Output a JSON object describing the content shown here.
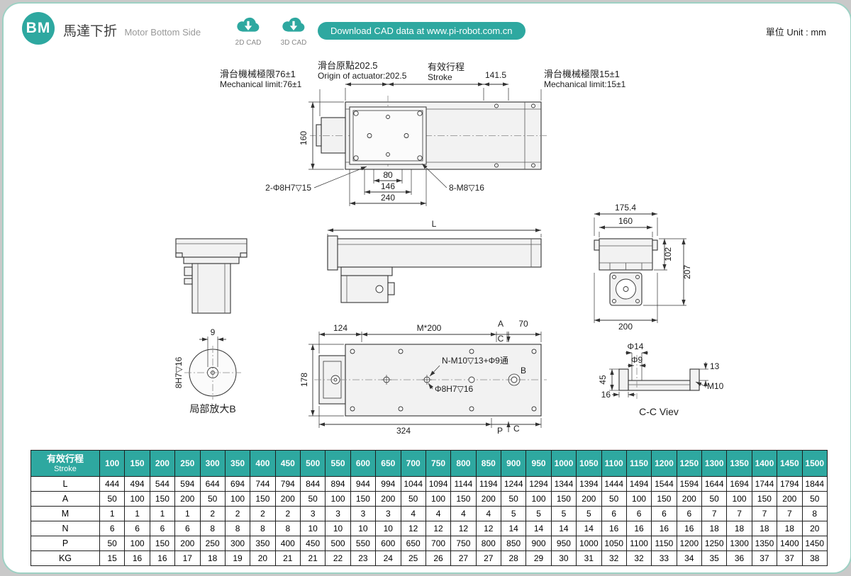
{
  "colors": {
    "accent_teal": "#2ea8a0"
  },
  "header": {
    "logo": "BM",
    "title_zh": "馬達下折",
    "title_en": "Motor Bottom Side",
    "cad2d_label": "2D CAD",
    "cad3d_label": "3D CAD",
    "banner": "Download CAD data at www.pi-robot.com.cn",
    "unit": "單位 Unit : mm"
  },
  "drawing": {
    "top_view": {
      "origin_zh": "滑台原點202.5",
      "origin_en": "Origin of actuator:202.5",
      "stroke_zh": "有效行程",
      "stroke_en": "Stroke",
      "dim_141_5": "141.5",
      "limit_left_zh": "滑台機械極限76±1",
      "limit_left_en": "Mechanical limit:76±1",
      "limit_right_zh": "滑台機械極限15±1",
      "limit_right_en": "Mechanical limit:15±1",
      "dim_160": "160",
      "dim_80": "80",
      "dim_146": "146",
      "dim_240": "240",
      "pin_note": "2-Φ8H7▽15",
      "screw_note": "8-M8▽16"
    },
    "side_view": {
      "dim_l": "L"
    },
    "end_view": {
      "dim_175_4": "175.4",
      "dim_160": "160",
      "dim_102": "102",
      "dim_207": "207",
      "dim_200": "200"
    },
    "detail_b": {
      "dim_9": "9",
      "bore_note": "8H7▽16",
      "caption": "局部放大B"
    },
    "bottom_view": {
      "dim_124": "124",
      "pitch_note": "M*200",
      "label_a": "A",
      "dim_70": "70",
      "section_c": "C",
      "dim_178": "178",
      "mount_note": "N-M10▽13+Φ9通",
      "label_b": "B",
      "pin_note": "Φ8H7▽16",
      "dim_324": "324",
      "label_p": "P"
    },
    "cc_view": {
      "dim_phi14": "Φ14",
      "dim_phi9": "Φ9",
      "dim_13": "13",
      "dim_45": "45",
      "dim_16": "16",
      "thread_note": "M10",
      "caption": "C-C Viev"
    }
  },
  "table": {
    "header_zh": "有效行程",
    "header_en": "Stroke",
    "strokes": [
      "100",
      "150",
      "200",
      "250",
      "300",
      "350",
      "400",
      "450",
      "500",
      "550",
      "600",
      "650",
      "700",
      "750",
      "800",
      "850",
      "900",
      "950",
      "1000",
      "1050",
      "1100",
      "1150",
      "1200",
      "1250",
      "1300",
      "1350",
      "1400",
      "1450",
      "1500"
    ],
    "rows": [
      {
        "label": "L",
        "values": [
          "444",
          "494",
          "544",
          "594",
          "644",
          "694",
          "744",
          "794",
          "844",
          "894",
          "944",
          "994",
          "1044",
          "1094",
          "1144",
          "1194",
          "1244",
          "1294",
          "1344",
          "1394",
          "1444",
          "1494",
          "1544",
          "1594",
          "1644",
          "1694",
          "1744",
          "1794",
          "1844"
        ]
      },
      {
        "label": "A",
        "values": [
          "50",
          "100",
          "150",
          "200",
          "50",
          "100",
          "150",
          "200",
          "50",
          "100",
          "150",
          "200",
          "50",
          "100",
          "150",
          "200",
          "50",
          "100",
          "150",
          "200",
          "50",
          "100",
          "150",
          "200",
          "50",
          "100",
          "150",
          "200",
          "50"
        ]
      },
      {
        "label": "M",
        "values": [
          "1",
          "1",
          "1",
          "1",
          "2",
          "2",
          "2",
          "2",
          "3",
          "3",
          "3",
          "3",
          "4",
          "4",
          "4",
          "4",
          "5",
          "5",
          "5",
          "5",
          "6",
          "6",
          "6",
          "6",
          "7",
          "7",
          "7",
          "7",
          "8"
        ]
      },
      {
        "label": "N",
        "values": [
          "6",
          "6",
          "6",
          "6",
          "8",
          "8",
          "8",
          "8",
          "10",
          "10",
          "10",
          "10",
          "12",
          "12",
          "12",
          "12",
          "14",
          "14",
          "14",
          "14",
          "16",
          "16",
          "16",
          "16",
          "18",
          "18",
          "18",
          "18",
          "20"
        ]
      },
      {
        "label": "P",
        "values": [
          "50",
          "100",
          "150",
          "200",
          "250",
          "300",
          "350",
          "400",
          "450",
          "500",
          "550",
          "600",
          "650",
          "700",
          "750",
          "800",
          "850",
          "900",
          "950",
          "1000",
          "1050",
          "1100",
          "1150",
          "1200",
          "1250",
          "1300",
          "1350",
          "1400",
          "1450"
        ]
      },
      {
        "label": "KG",
        "values": [
          "15",
          "16",
          "16",
          "17",
          "18",
          "19",
          "20",
          "21",
          "21",
          "22",
          "23",
          "24",
          "25",
          "26",
          "27",
          "27",
          "28",
          "29",
          "30",
          "31",
          "32",
          "32",
          "33",
          "34",
          "35",
          "36",
          "37",
          "37",
          "38"
        ]
      }
    ]
  }
}
